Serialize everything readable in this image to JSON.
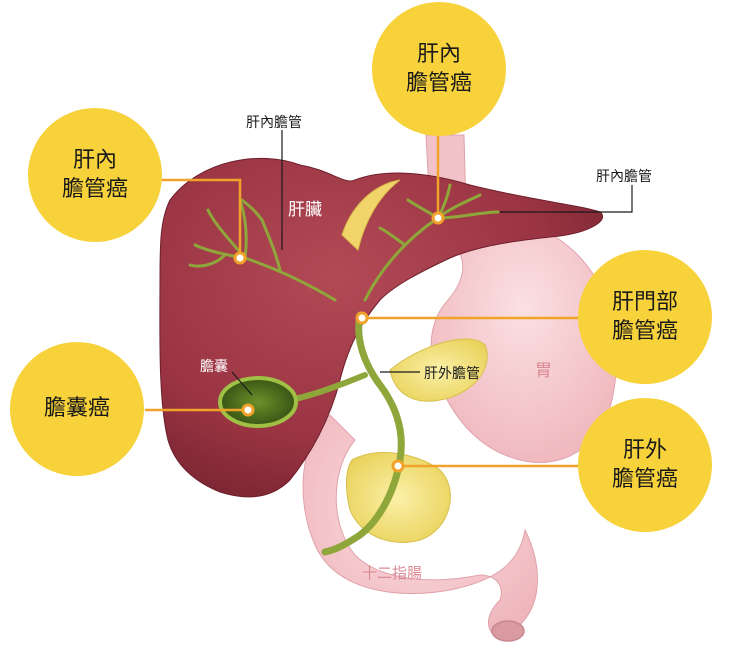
{
  "bubbles": {
    "left_intrahepatic": {
      "line1": "肝內",
      "line2": "膽管癌"
    },
    "top_intrahepatic": {
      "line1": "肝內",
      "line2": "膽管癌"
    },
    "gallbladder_cancer": {
      "line1": "膽囊癌"
    },
    "hilar": {
      "line1": "肝門部",
      "line2": "膽管癌"
    },
    "extrahepatic": {
      "line1": "肝外",
      "line2": "膽管癌"
    }
  },
  "labels": {
    "intrahepatic_duct_left": "肝內膽管",
    "intrahepatic_duct_right": "肝內膽管",
    "liver": "肝臟",
    "gallbladder": "膽囊",
    "extrahepatic_duct": "肝外膽管",
    "stomach": "胃",
    "duodenum": "十二指腸"
  },
  "colors": {
    "bubble": "#f7d23a",
    "leader_line": "#f0a22a",
    "liver": "#9c3a46",
    "stomach": "#f3c6ca",
    "pancreas": "#f3e27a",
    "bile_duct": "#8fa63a"
  }
}
